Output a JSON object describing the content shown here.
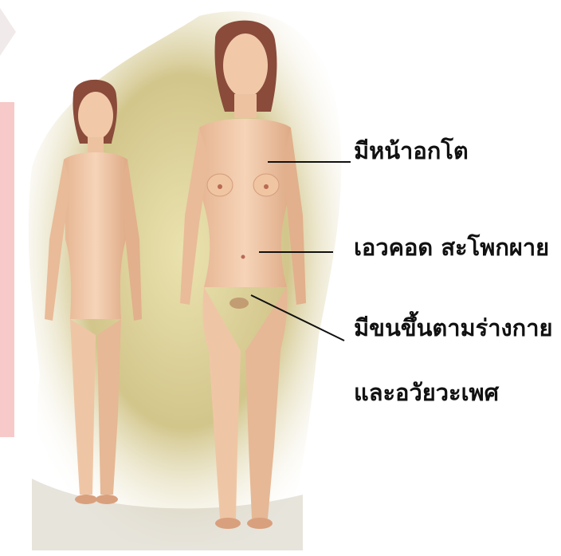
{
  "labels": {
    "chest": "มีหน้าอกโต",
    "waist_hips": "เอวคอด สะโพกผาย",
    "body_hair": "มีขนขึ้นตามร่างกาย",
    "genitals": "และอวัยวะเพศ"
  },
  "colors": {
    "skin": "#f2c9a8",
    "skin_shadow": "#d9a07e",
    "hair": "#8a4b3a",
    "background_wash": "#d9cf8f",
    "pink_panel": "#f7c9c9",
    "line": "#111111"
  }
}
